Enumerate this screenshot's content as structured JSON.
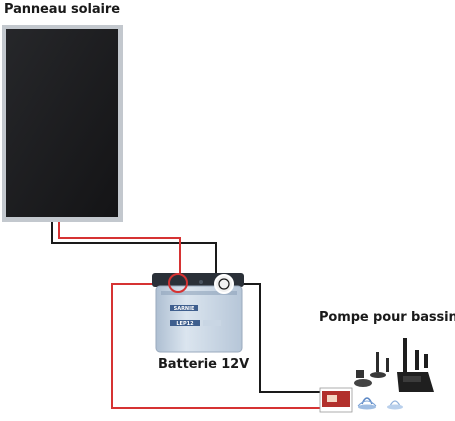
{
  "labels": {
    "panel": "Panneau solaire",
    "battery": "Batterie 12V",
    "pump": "Pompe pour bassin"
  },
  "battery_badges": {
    "brand": "SARNIE",
    "model": "LEP12"
  },
  "colors": {
    "wire_positive": "#d63333",
    "wire_negative": "#1a1a1a",
    "panel_cells": "#1b1b1c",
    "panel_frame": "#b9bfc6",
    "battery_body": "#cfdbe7",
    "battery_lid": "#2a3038"
  }
}
